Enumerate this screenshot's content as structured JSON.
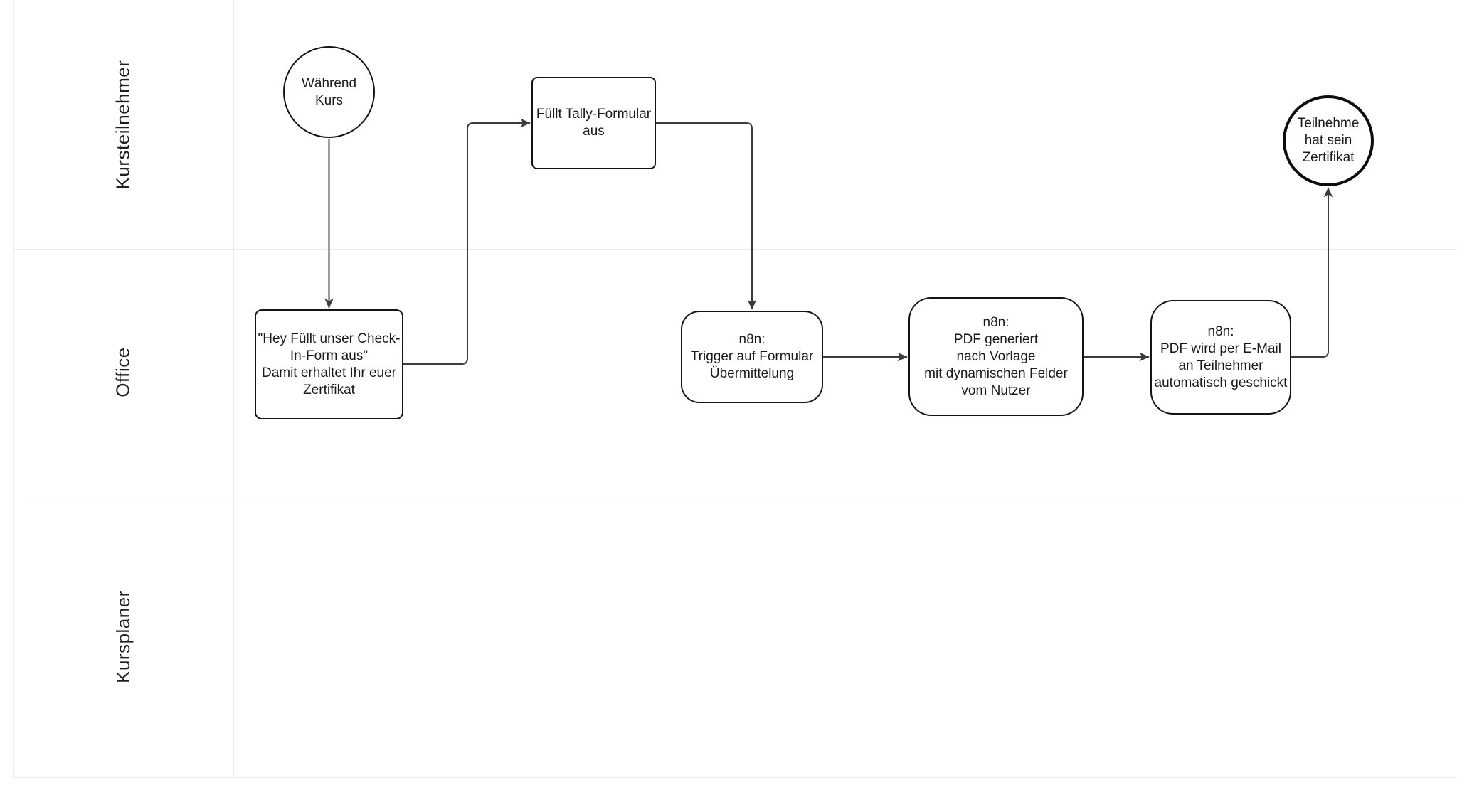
{
  "colors": {
    "background": "#ffffff",
    "shape_border": "#141414",
    "end_event_border": "#0d0d0d",
    "connector": "#3c3c3c",
    "lane_border": "#ececec",
    "text": "#1a1a1a"
  },
  "lanes": [
    {
      "label": "Kursteilnehmer"
    },
    {
      "label": "Office"
    },
    {
      "label": "Kursplaner"
    }
  ],
  "nodes": {
    "start": {
      "label": "Während\nKurs"
    },
    "tally": {
      "label": "Füllt Tally-Formular\naus"
    },
    "checkin": {
      "label": "\"Hey Füllt unser Check-\nIn-Form aus\"\nDamit erhaltet Ihr euer\nZertifikat"
    },
    "trigger": {
      "label": "n8n:\nTrigger auf Formular\nÜbermittelung"
    },
    "pdf": {
      "label": "n8n:\nPDF generiert\nnach Vorlage\nmit dynamischen Felder\nvom Nutzer"
    },
    "email": {
      "label": "n8n:\nPDF wird per E-Mail\nan Teilnehmer\nautomatisch geschickt"
    },
    "end": {
      "label": "Teilnehme\nhat sein\nZertifikat"
    }
  }
}
